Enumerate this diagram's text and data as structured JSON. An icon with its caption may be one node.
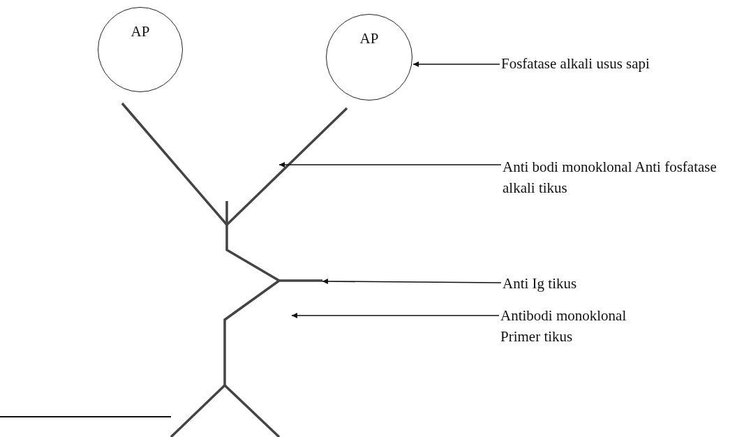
{
  "diagram": {
    "nodes": [
      {
        "text": [
          "AP"
        ]
      },
      {
        "text": [
          "AP"
        ]
      },
      {
        "text": [
          "Fosfatase alkali usus sapi"
        ]
      },
      {
        "text": [
          "Anti bodi monoklonal Anti fosfatase alkali tikus"
        ]
      },
      {
        "text": [
          "Anti Ig tikus"
        ]
      },
      {
        "text": [
          "Antibodi monoklonal Primer tikus"
        ]
      }
    ],
    "edges": [
      {
        "from": 2,
        "to": 1,
        "arrow": "to"
      },
      {
        "from": 3,
        "to": null,
        "arrow": "to"
      },
      {
        "from": 4,
        "to": null,
        "arrow": "to"
      },
      {
        "from": 5,
        "to": null,
        "arrow": "to"
      }
    ]
  }
}
